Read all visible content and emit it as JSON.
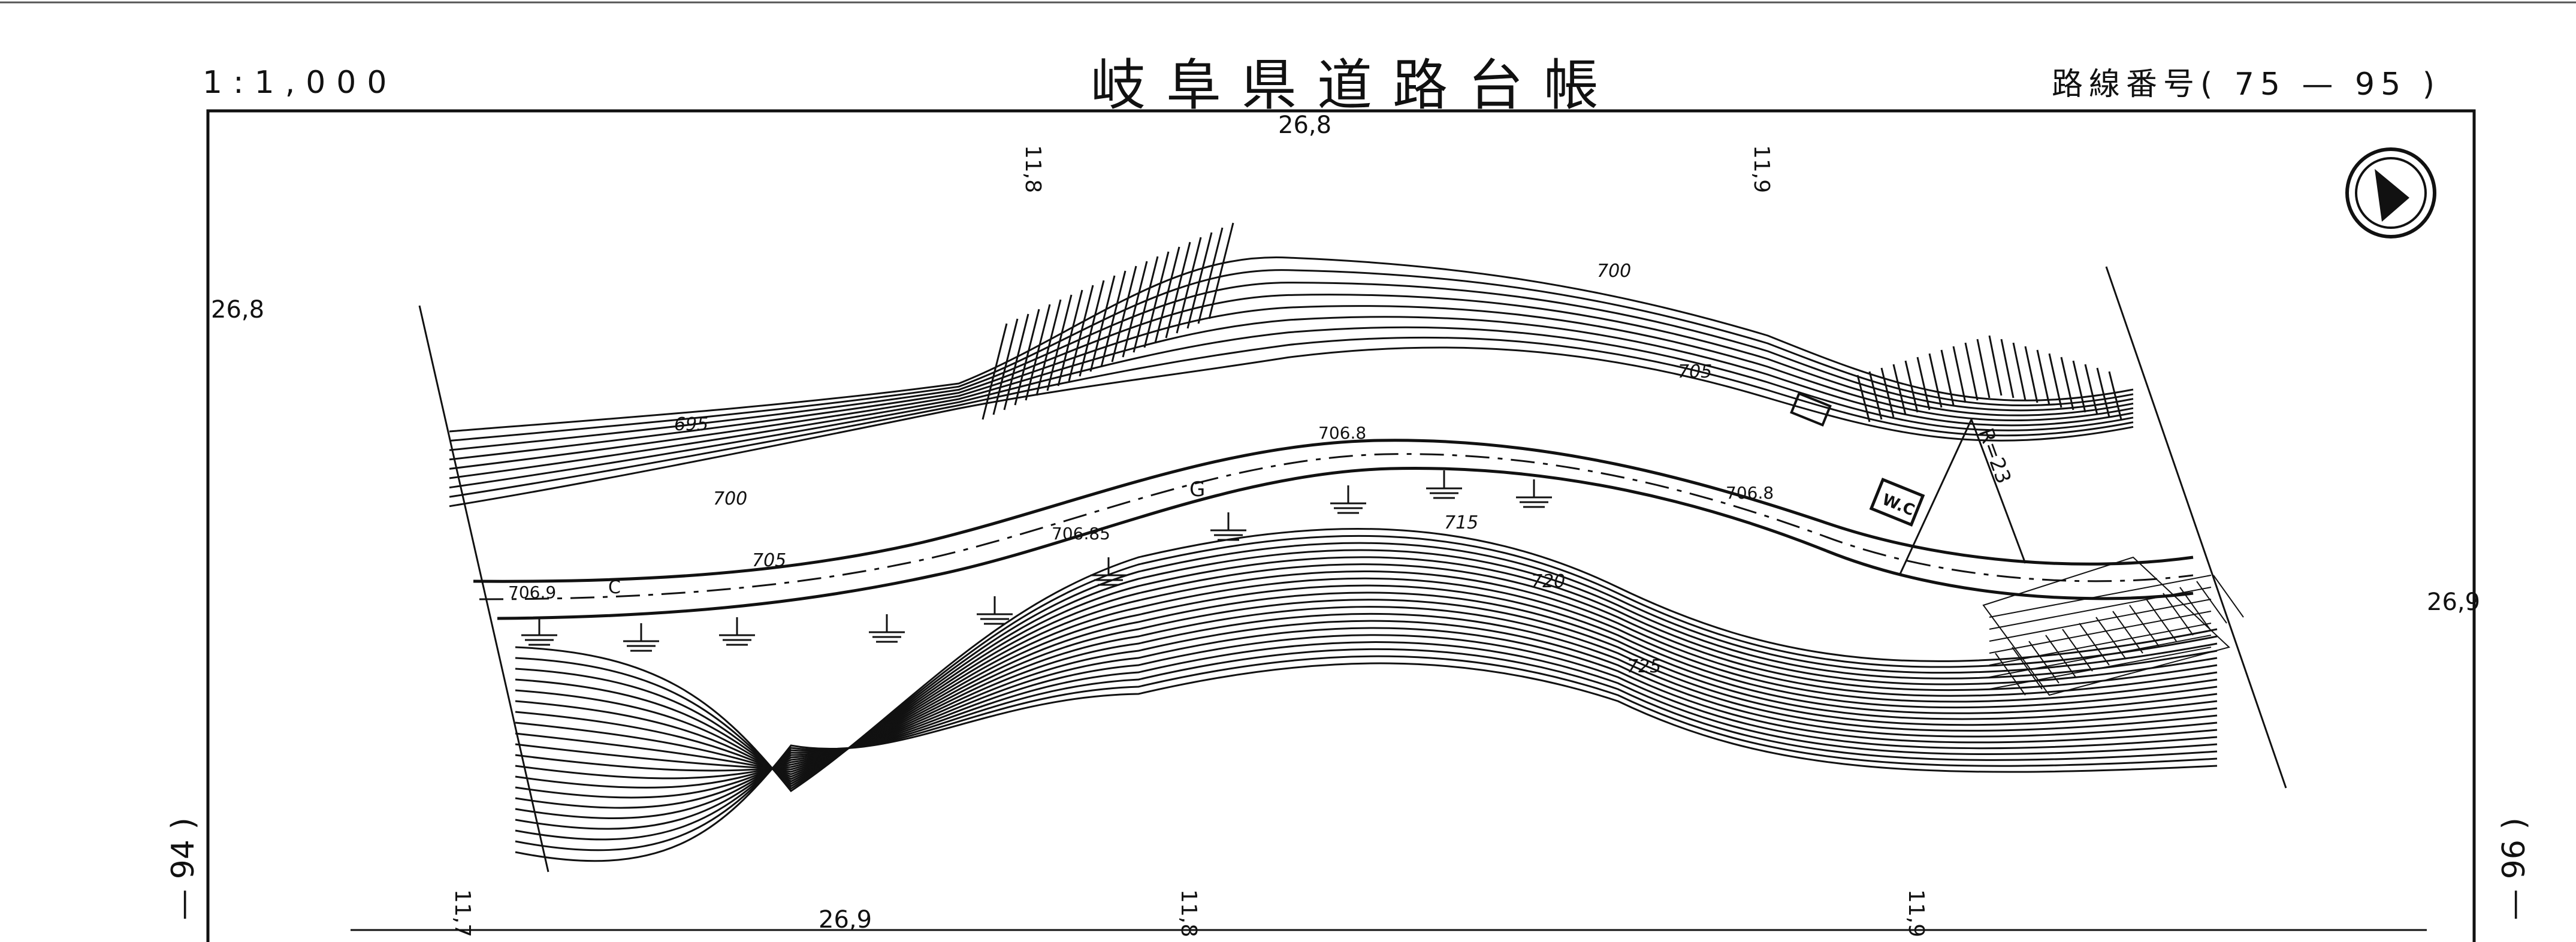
{
  "header": {
    "scale": "1:1,000",
    "title": "岐阜県道路台帳",
    "route_prefix": "路線番号(",
    "route_number": "75 — 95",
    "route_suffix": ")"
  },
  "adjacent_sheets": {
    "left": "— 94 )",
    "right": "— 96 )"
  },
  "grid_labels": {
    "top_left": "11,8",
    "top_mid": "26,8",
    "top_right": "11,9",
    "left": "26,8",
    "right": "26,9",
    "bottom_left": "11,7",
    "bottom_mid": "26,9",
    "bottom_midright": "11,8",
    "bottom_right": "11,9"
  },
  "contours": {
    "c695": "695",
    "c700a": "700",
    "c700b": "700",
    "c705a": "705",
    "c705b": "705",
    "c715": "715",
    "c720": "720",
    "c725": "725"
  },
  "elevations": {
    "e1": "706.9",
    "e2": "706.85",
    "e3": "706.8",
    "e4": "706.8"
  },
  "features": {
    "wc": "W.C",
    "radius": "R=23",
    "road_code_c": "C",
    "road_code_g": "G"
  },
  "icons": {
    "north": "north-arrow-icon"
  },
  "colors": {
    "ink": "#111111",
    "paper": "#ffffff"
  }
}
